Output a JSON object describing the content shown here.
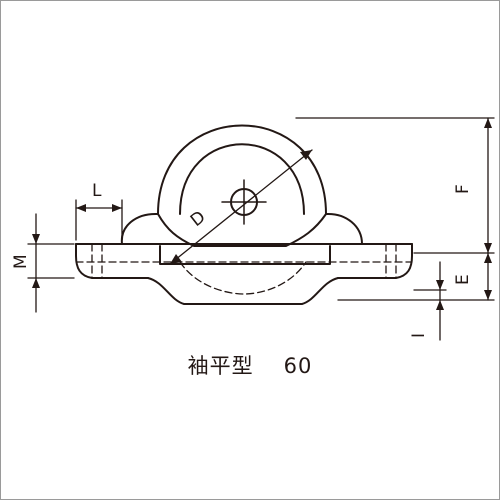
{
  "caption": {
    "type_name": "袖平型",
    "size": "60"
  },
  "dimensions": {
    "L": "L",
    "D": "D",
    "M": "M",
    "F": "F",
    "E": "E",
    "I": "I"
  },
  "colors": {
    "line": "#231815",
    "frame": "#9a9a9a"
  }
}
